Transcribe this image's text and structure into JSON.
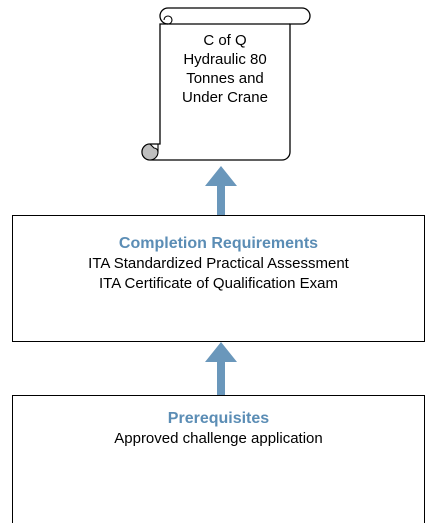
{
  "scroll": {
    "lines": [
      "C of Q",
      "Hydraulic 80",
      "Tonnes and",
      "Under Crane"
    ]
  },
  "completion": {
    "title": "Completion Requirements",
    "items": [
      "ITA Standardized Practical Assessment",
      "ITA Certificate of Qualification Exam"
    ]
  },
  "prerequisites": {
    "title": "Prerequisites",
    "items": [
      "Approved challenge application"
    ]
  },
  "colors": {
    "accent": "#5b8db5",
    "arrow": "#6a97bb",
    "scroll_curl": "#bfbfbf"
  }
}
